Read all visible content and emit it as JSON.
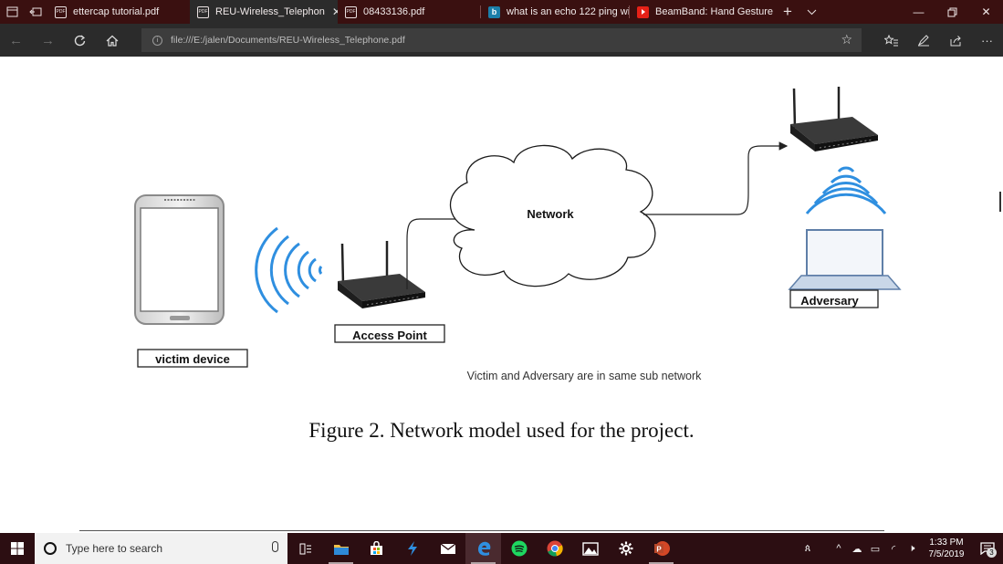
{
  "tabs": [
    {
      "title": "ettercap tutorial.pdf",
      "icon": "pdf-icon"
    },
    {
      "title": "REU-Wireless_Telephon",
      "icon": "pdf-icon",
      "active": true
    },
    {
      "title": "08433136.pdf",
      "icon": "pdf-icon"
    },
    {
      "title": "what is an echo 122 ping wi",
      "icon": "bing-icon"
    },
    {
      "title": "BeamBand: Hand Gesture S",
      "icon": "youtube-icon"
    }
  ],
  "address": {
    "url": "file:///E:/jalen/Documents/REU-Wireless_Telephone.pdf"
  },
  "figure": {
    "network_label": "Network",
    "access_point_label": "Access Point",
    "victim_label": "victim device",
    "adversary_label": "Adversary",
    "note": "Victim and Adversary are in same sub network",
    "caption": "Figure 2. Network model used for the project."
  },
  "taskbar": {
    "search_placeholder": "Type here to search",
    "time": "1:33 PM",
    "date": "7/5/2019",
    "notification_count": "3"
  },
  "colors": {
    "accent": "#2f8fe0",
    "titlebar": "#3a1010",
    "taskbar": "#2c0e12"
  }
}
